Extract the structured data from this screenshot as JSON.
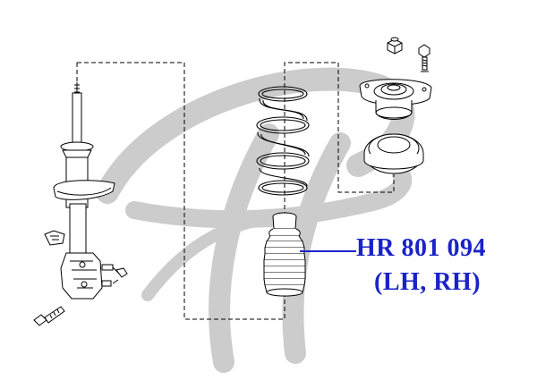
{
  "callout": {
    "part_number": "HR 801 094",
    "side": "(LH, RH)",
    "color": "#1a23c8"
  },
  "watermark": {
    "logo": "HR",
    "color": "#c9c9c9"
  },
  "line_color": "#000000",
  "components": [
    "strut-assembly-icon",
    "coil-spring-icon",
    "bump-stop-boot-icon",
    "spring-seat-icon",
    "strut-mount-icon",
    "mount-nut-icon",
    "mount-bolt-icon",
    "lower-bolt-icon"
  ]
}
